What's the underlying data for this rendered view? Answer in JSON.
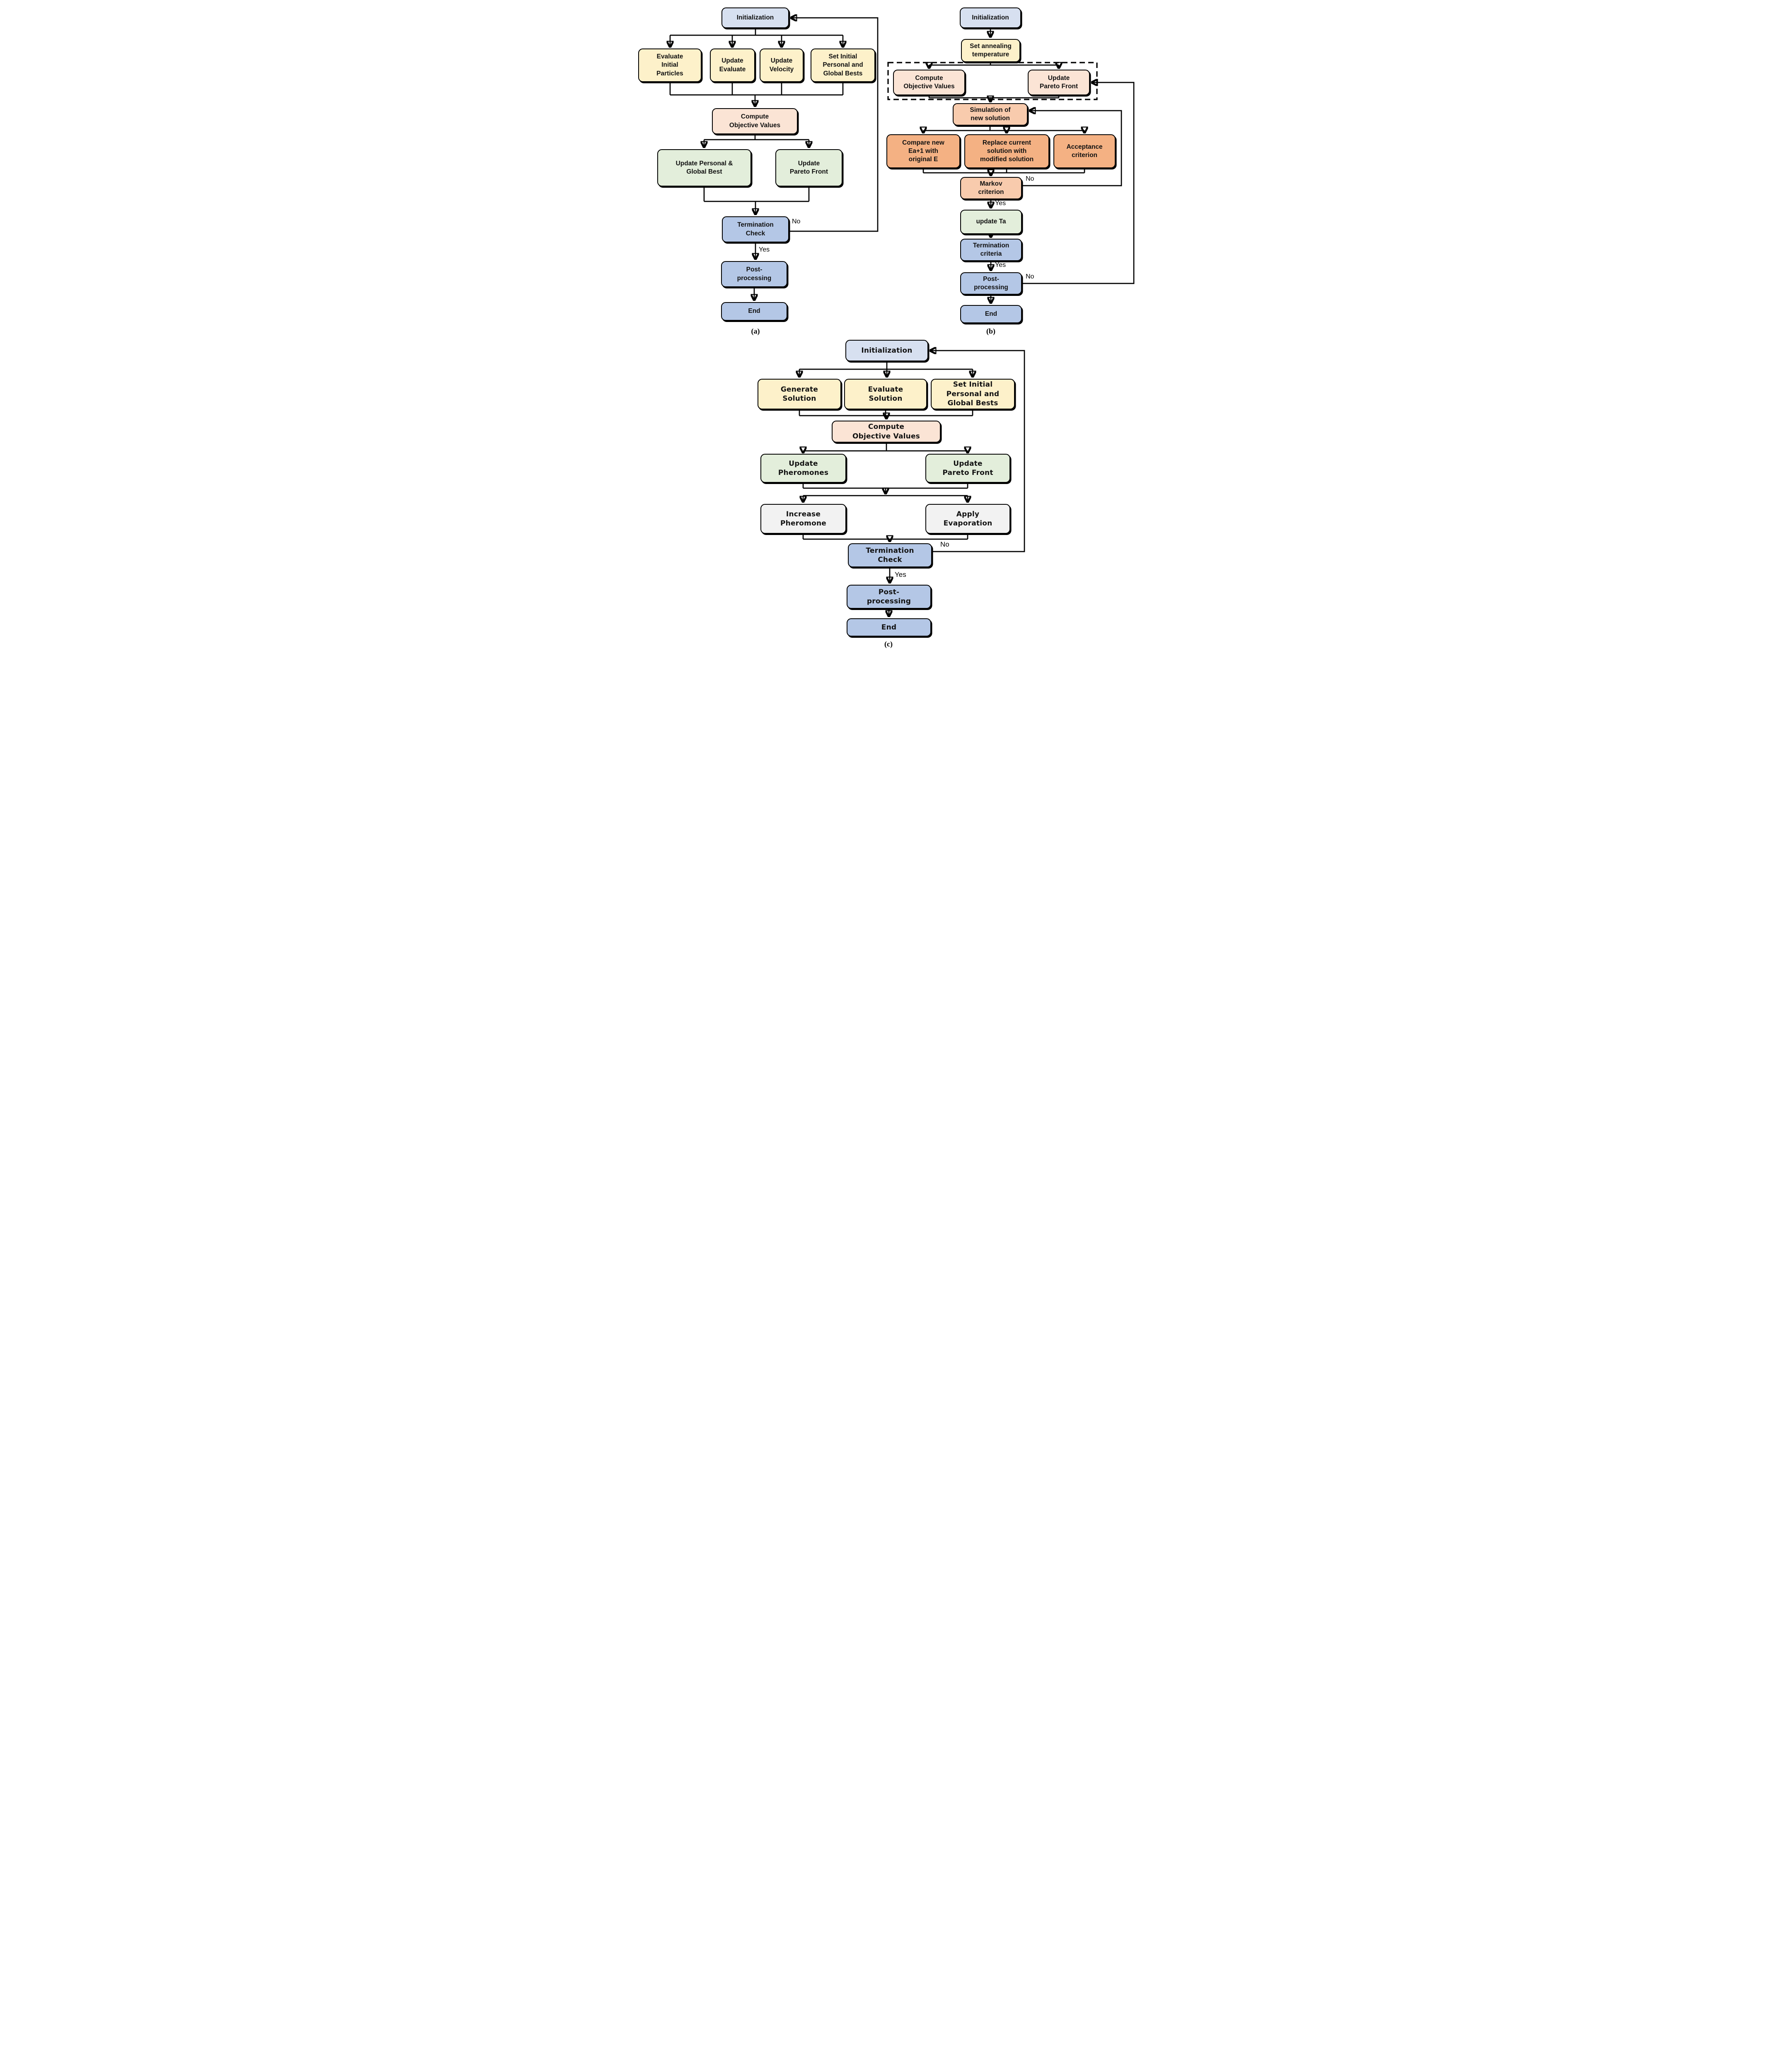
{
  "palette": {
    "lavender": "#d7e0f0",
    "yellow": "#fdf1ca",
    "peach": "#fbe4d5",
    "orange_mid": "#f8cbad",
    "orange_dark": "#f4b183",
    "green": "#e3eedb",
    "blue": "#b4c7e6",
    "gray": "#f2f2f2",
    "line": "#000000",
    "background": "#ffffff"
  },
  "panel_a": {
    "caption": "(a)",
    "nodes": {
      "init": "Initialization",
      "evaluate_initial_particles": "Evaluate\nInitial\nParticles",
      "update_evaluate": "Update\nEvaluate",
      "update_velocity": "Update\nVelocity",
      "set_initial_bests": "Set Initial\nPersonal and\nGlobal Bests",
      "compute_objective": "Compute\nObjective Values",
      "update_personal_global": "Update Personal &\nGlobal Best",
      "update_pareto": "Update\nPareto Front",
      "termination_check": "Termination\nCheck",
      "post_processing": "Post-\nprocessing",
      "end": "End"
    },
    "labels": {
      "no": "No",
      "yes": "Yes"
    }
  },
  "panel_b": {
    "caption": "(b)",
    "nodes": {
      "init": "Initialization",
      "set_annealing": "Set annealing\ntemperature",
      "compute_objective": "Compute\nObjective Values",
      "update_pareto": "Update\nPareto Front",
      "simulation": "Simulation of\nnew solution",
      "compare_new": "Compare new\nEa+1 with\noriginal E",
      "replace_current": "Replace current\nsolution with\nmodified solution",
      "acceptance": "Acceptance\ncriterion",
      "markov": "Markov\ncriterion",
      "update_ta": "update Ta",
      "termination_criteria": "Termination\ncriteria",
      "post_processing": "Post-\nprocessing",
      "end": "End"
    },
    "labels": {
      "markov_no": "No",
      "markov_yes": "Yes",
      "termination_yes": "Yes",
      "post_no": "No"
    }
  },
  "panel_c": {
    "caption": "(c)",
    "nodes": {
      "init": "Initialization",
      "generate_solution": "Generate\nSolution",
      "evaluate_solution": "Evaluate\nSolution",
      "set_initial_bests": "Set Initial\nPersonal and\nGlobal Bests",
      "compute_objective": "Compute\nObjective Values",
      "update_pheromones": "Update\nPheromones",
      "update_pareto": "Update\nPareto Front",
      "increase_pheromone": "Increase\nPheromone",
      "apply_evaporation": "Apply\nEvaporation",
      "termination_check": "Termination\nCheck",
      "post_processing": "Post-\nprocessing",
      "end": "End"
    },
    "labels": {
      "no": "No",
      "yes": "Yes"
    }
  }
}
